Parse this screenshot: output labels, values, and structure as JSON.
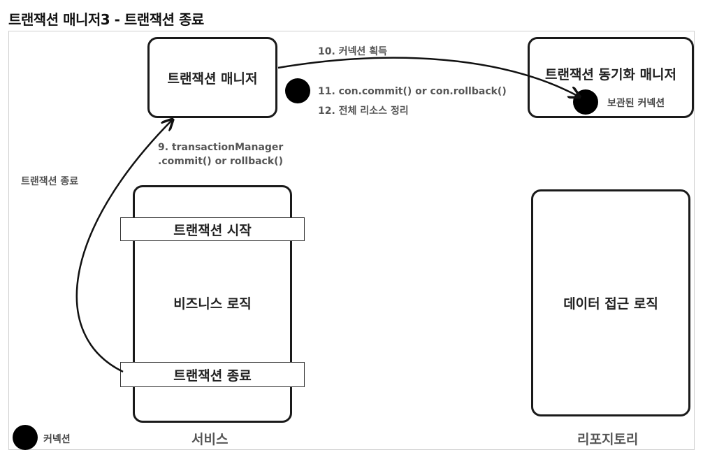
{
  "title": "트랜잭션 매니저3 - 트랜잭션 종료",
  "boxes": {
    "transaction_manager": "트랜잭션 매니저",
    "sync_manager": "트랜잭션 동기화 매니저",
    "service_logic": "비즈니스 로직",
    "data_access": "데이터 접근 로직"
  },
  "bands": {
    "tx_start": "트랜잭션 시작",
    "tx_end": "트랜잭션 종료"
  },
  "labels": {
    "step9_line1": "9. transactionManager",
    "step9_line2": ".commit() or rollback()",
    "step10": "10. 커넥션 획득",
    "step11": "11. con.commit() or con.rollback()",
    "step12": "12. 전체 리소스 정리",
    "stored_connection": "보관된 커넥션",
    "tx_end_side": "트랜잭션 종료",
    "connection_legend": "커넥션",
    "service": "서비스",
    "repository": "리포지토리"
  }
}
